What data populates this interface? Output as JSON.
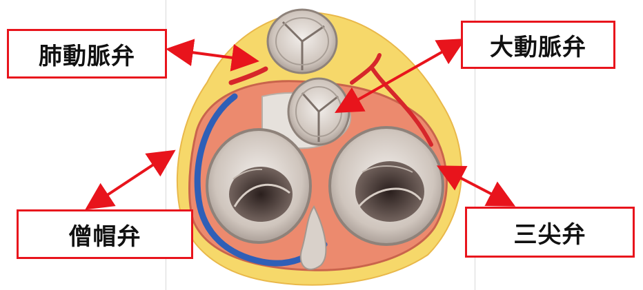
{
  "labels": {
    "pulmonary": "肺動脈弁",
    "aortic": "大動脈弁",
    "mitral": "僧帽弁",
    "tricuspid": "三尖弁"
  },
  "colors": {
    "label_border": "#e8141c",
    "arrow": "#e8141c",
    "fat": "#f6d86a",
    "muscle": "#ec8a6e",
    "valve": "#cfc5bd",
    "vein": "#2f5fb7"
  }
}
